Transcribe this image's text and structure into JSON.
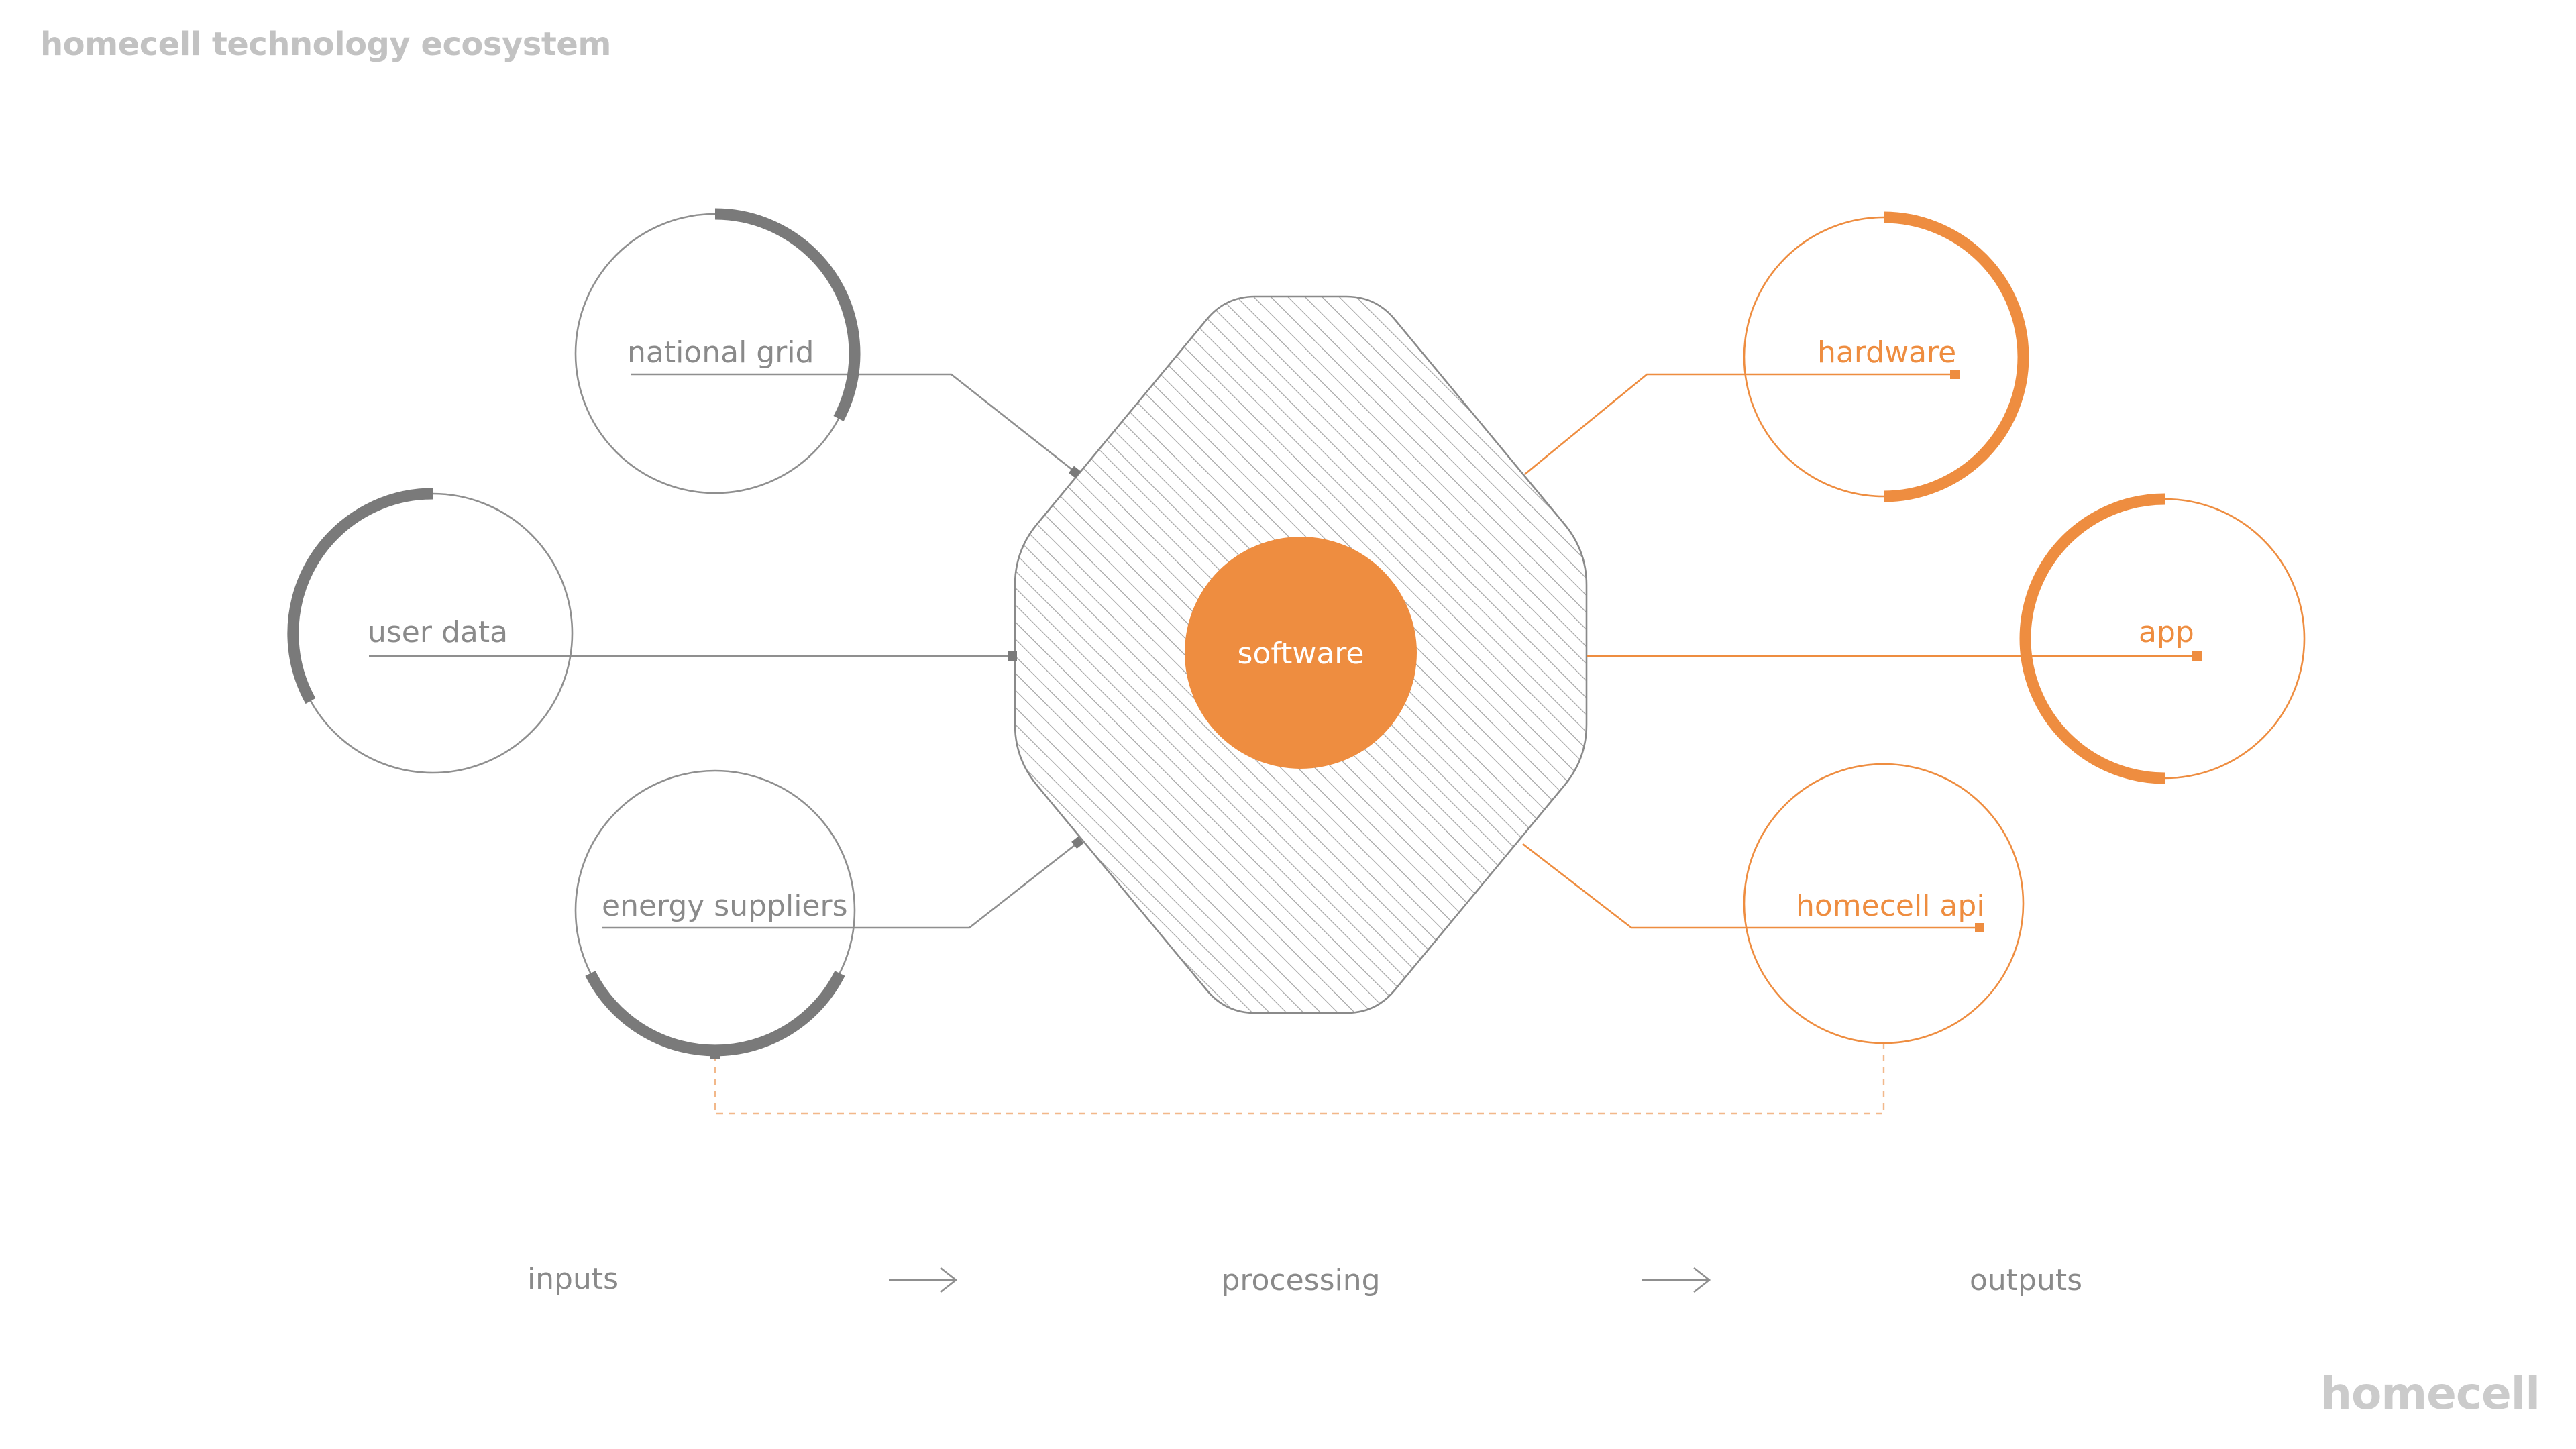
{
  "title": "homecell technology ecosystem",
  "logo": "homecell",
  "colors": {
    "input_accent": "#7a7a7a",
    "output_accent": "#ee8d40",
    "line_gray": "#8f8f8f"
  },
  "center": {
    "label": "software"
  },
  "inputs": [
    {
      "label": "national grid"
    },
    {
      "label": "user data"
    },
    {
      "label": "energy suppliers"
    }
  ],
  "outputs": [
    {
      "label": "hardware"
    },
    {
      "label": "app"
    },
    {
      "label": "homecell api"
    }
  ],
  "flow": {
    "stage_1": "inputs",
    "stage_2": "processing",
    "stage_3": "outputs",
    "arrow_icon": "long-right-arrow-icon"
  }
}
